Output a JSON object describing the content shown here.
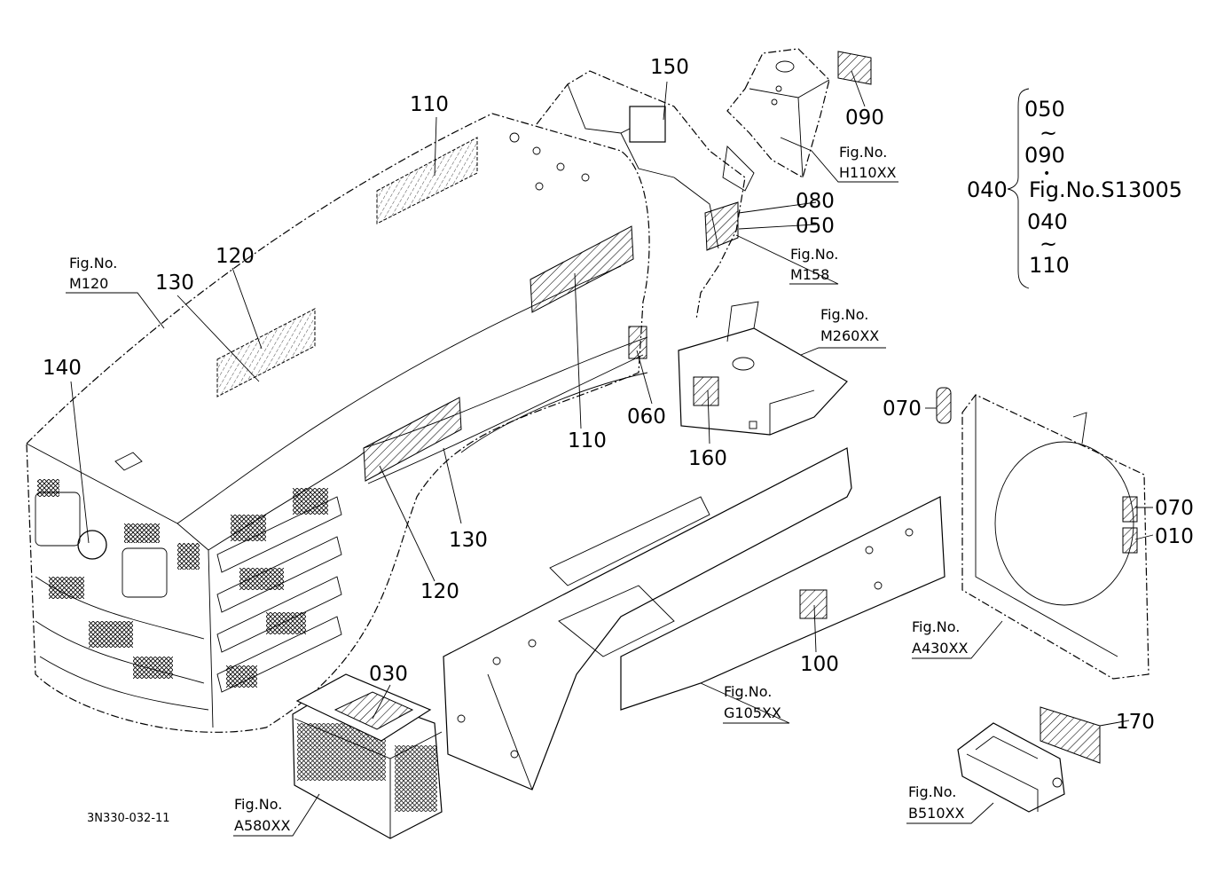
{
  "diagram": {
    "part_labels": {
      "p150": "150",
      "p090": "090",
      "p110_top": "110",
      "p120_top": "120",
      "p130_top": "130",
      "p140": "140",
      "p080": "080",
      "p050": "050",
      "p110_mid": "110",
      "p060": "060",
      "p160": "160",
      "p130_bot": "130",
      "p120_bot": "120",
      "p070_left": "070",
      "p070_right": "070",
      "p010": "010",
      "p030": "030",
      "p100": "100",
      "p170": "170"
    },
    "figure_refs": {
      "h110": {
        "prefix": "Fig.No.",
        "code": "H110XX"
      },
      "m120": {
        "prefix": "Fig.No.",
        "code": "M120"
      },
      "m158": {
        "prefix": "Fig.No.",
        "code": "M158"
      },
      "m260": {
        "prefix": "Fig.No.",
        "code": "M260XX"
      },
      "a430": {
        "prefix": "Fig.No.",
        "code": "A430XX"
      },
      "g105": {
        "prefix": "Fig.No.",
        "code": "G105XX"
      },
      "a580": {
        "prefix": "Fig.No.",
        "code": "A580XX"
      },
      "b510": {
        "prefix": "Fig.No.",
        "code": "B510XX"
      }
    },
    "side_note": {
      "from": "040",
      "range1_start": "050",
      "range1_tilde": "~",
      "range1_end": "090",
      "separator": "•",
      "figure": "Fig.No.S13005",
      "range2_start": "040",
      "range2_tilde": "~",
      "range2_end": "110"
    },
    "drawing_code": "3N330-032-11"
  }
}
